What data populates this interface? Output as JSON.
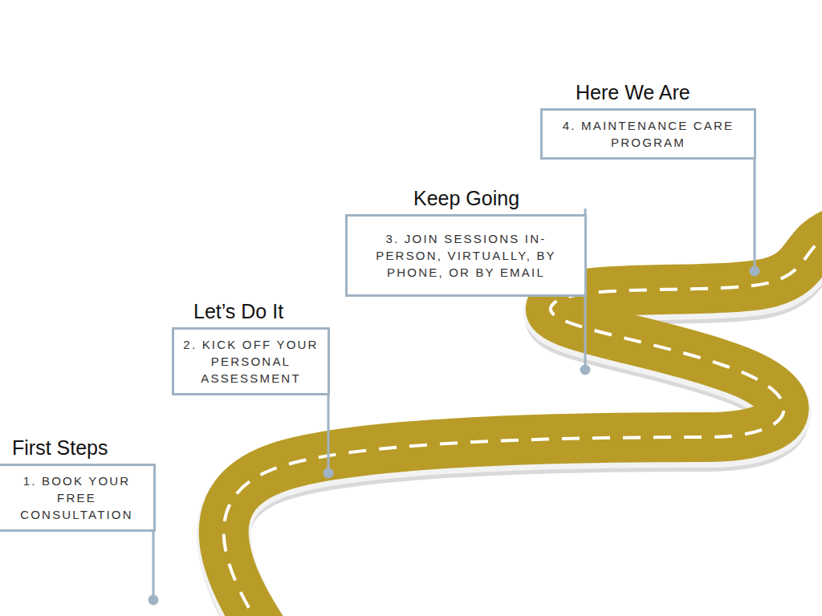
{
  "diagram": {
    "nodes": [
      {
        "text": [
          "First Steps",
          "1. BOOK YOUR FREE CONSULTATION"
        ]
      },
      {
        "text": [
          "Let’s Do It",
          "2. KICK OFF YOUR PERSONAL ASSESSMENT"
        ]
      },
      {
        "text": [
          "Keep Going",
          "3. JOIN SESSIONS IN-PERSON, VIRTUALLY, BY PHONE, OR BY EMAIL"
        ]
      },
      {
        "text": [
          "Here We Are",
          "4. MAINTENANCE CARE PROGRAM"
        ]
      }
    ]
  }
}
